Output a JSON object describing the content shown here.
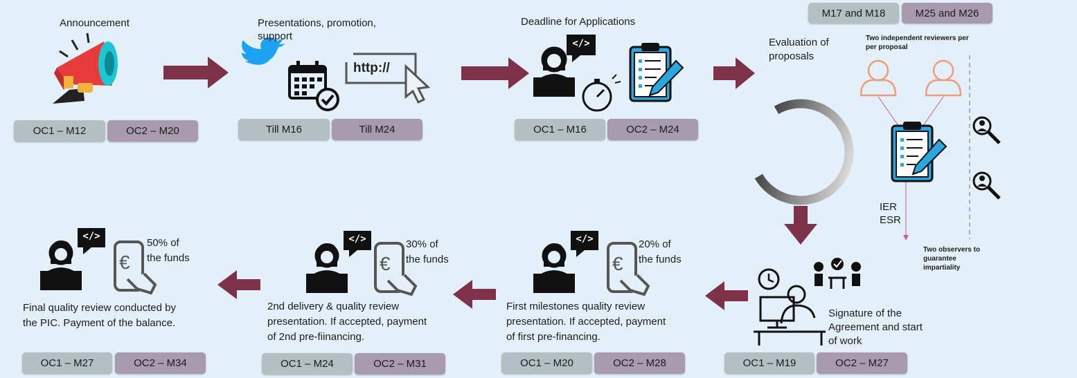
{
  "colors": {
    "background": "#e4f0f9",
    "arrow": "#7d3249",
    "badge_oc1": "#b3bfc3",
    "badge_oc2": "#a89bb0",
    "twitter": "#1da1f2",
    "accent_blue": "#3cb1e4",
    "reviewer_orange": "#ef9c79"
  },
  "steps": {
    "announcement": {
      "label": "Announcement",
      "badges": [
        "OC1 – M12",
        "OC2 – M20"
      ]
    },
    "presentations": {
      "label_line1": "Presentations, promotion,",
      "label_line2": "support",
      "url_text": "http://",
      "badges": [
        "Till M16",
        "Till M24"
      ]
    },
    "deadline": {
      "label": "Deadline for Applications",
      "badges": [
        "OC1 – M16",
        "OC2 – M24"
      ]
    },
    "evaluation": {
      "label_line1": "Evaluation of",
      "label_line2": "proposals",
      "top_badges": [
        "M17 and M18",
        "M25 and M26"
      ],
      "reviewers_line1": "Two independent reviewers per",
      "reviewers_line2": "per proposal",
      "ier": "IER",
      "esr": "ESR",
      "observers_line1": "Two observers to",
      "observers_line2": "guarantee",
      "observers_line3": "impartiality"
    },
    "signature": {
      "line1": "Signature of the",
      "line2": "Agreement and start",
      "line3": "of work",
      "badges": [
        "OC1 – M19",
        "OC2 – M27"
      ]
    },
    "first_milestones": {
      "funds_pct": "20% of",
      "funds_txt": "the funds",
      "line1": "First milestones quality review",
      "line2": "presentation. If accepted, payment",
      "line3": "of first pre-financing.",
      "badges": [
        "OC1 – M20",
        "OC2 – M28"
      ]
    },
    "second_delivery": {
      "funds_pct": "30% of",
      "funds_txt": "the funds",
      "line1": "2nd delivery & quality review",
      "line2": "presentation. If accepted, payment",
      "line3": "of 2nd pre-fiinancing.",
      "badges": [
        "OC1 – M24",
        "OC2 – M31"
      ]
    },
    "final": {
      "funds_pct": "50% of",
      "funds_txt": "the funds",
      "line1": "Final quality review conducted by",
      "line2": "the PIC. Payment of the balance.",
      "badges": [
        "OC1 – M27",
        "OC2 – M34"
      ]
    }
  },
  "icons": {
    "code": "</>",
    "euro": "€"
  }
}
